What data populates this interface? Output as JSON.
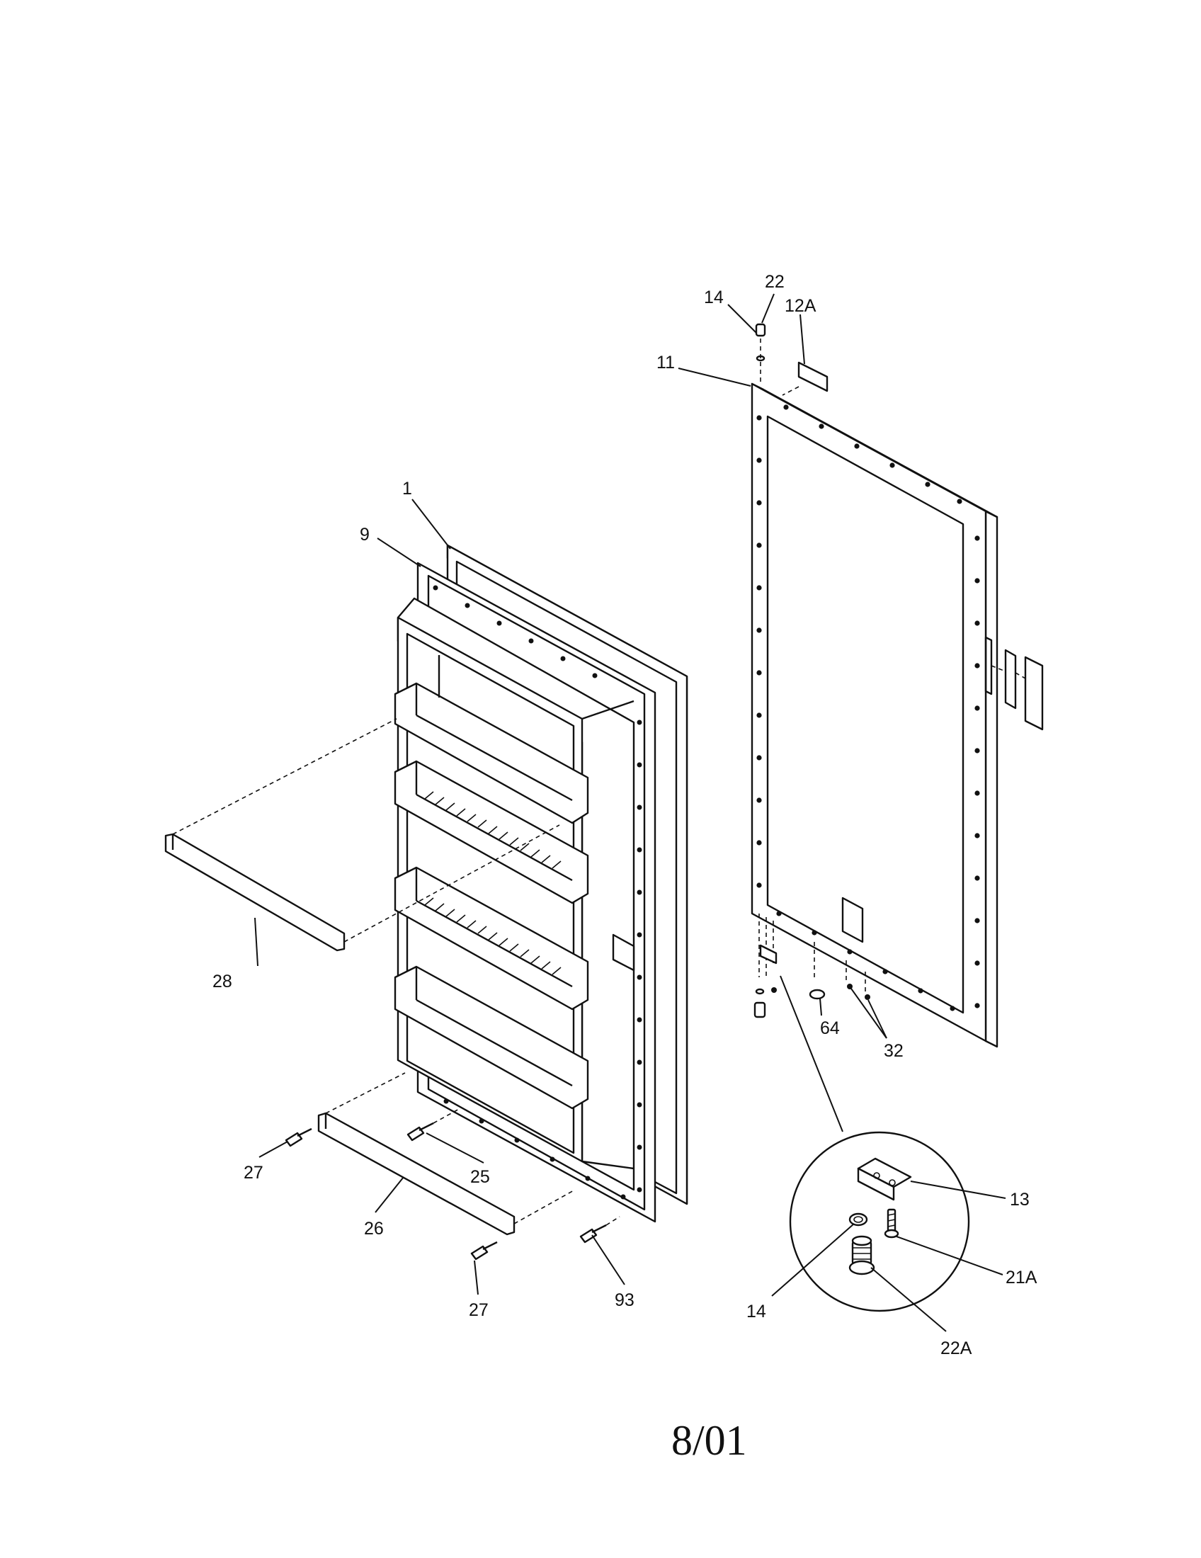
{
  "labels": {
    "l_1": "1",
    "l_9": "9",
    "l_11": "11",
    "l_12a": "12A",
    "l_13": "13",
    "l_14a": "14",
    "l_14b": "14",
    "l_21a": "21A",
    "l_22": "22",
    "l_22a": "22A",
    "l_25": "25",
    "l_26": "26",
    "l_27a": "27",
    "l_27b": "27",
    "l_28": "28",
    "l_32": "32",
    "l_64": "64",
    "l_93": "93"
  },
  "footer": {
    "date": "8/01"
  }
}
